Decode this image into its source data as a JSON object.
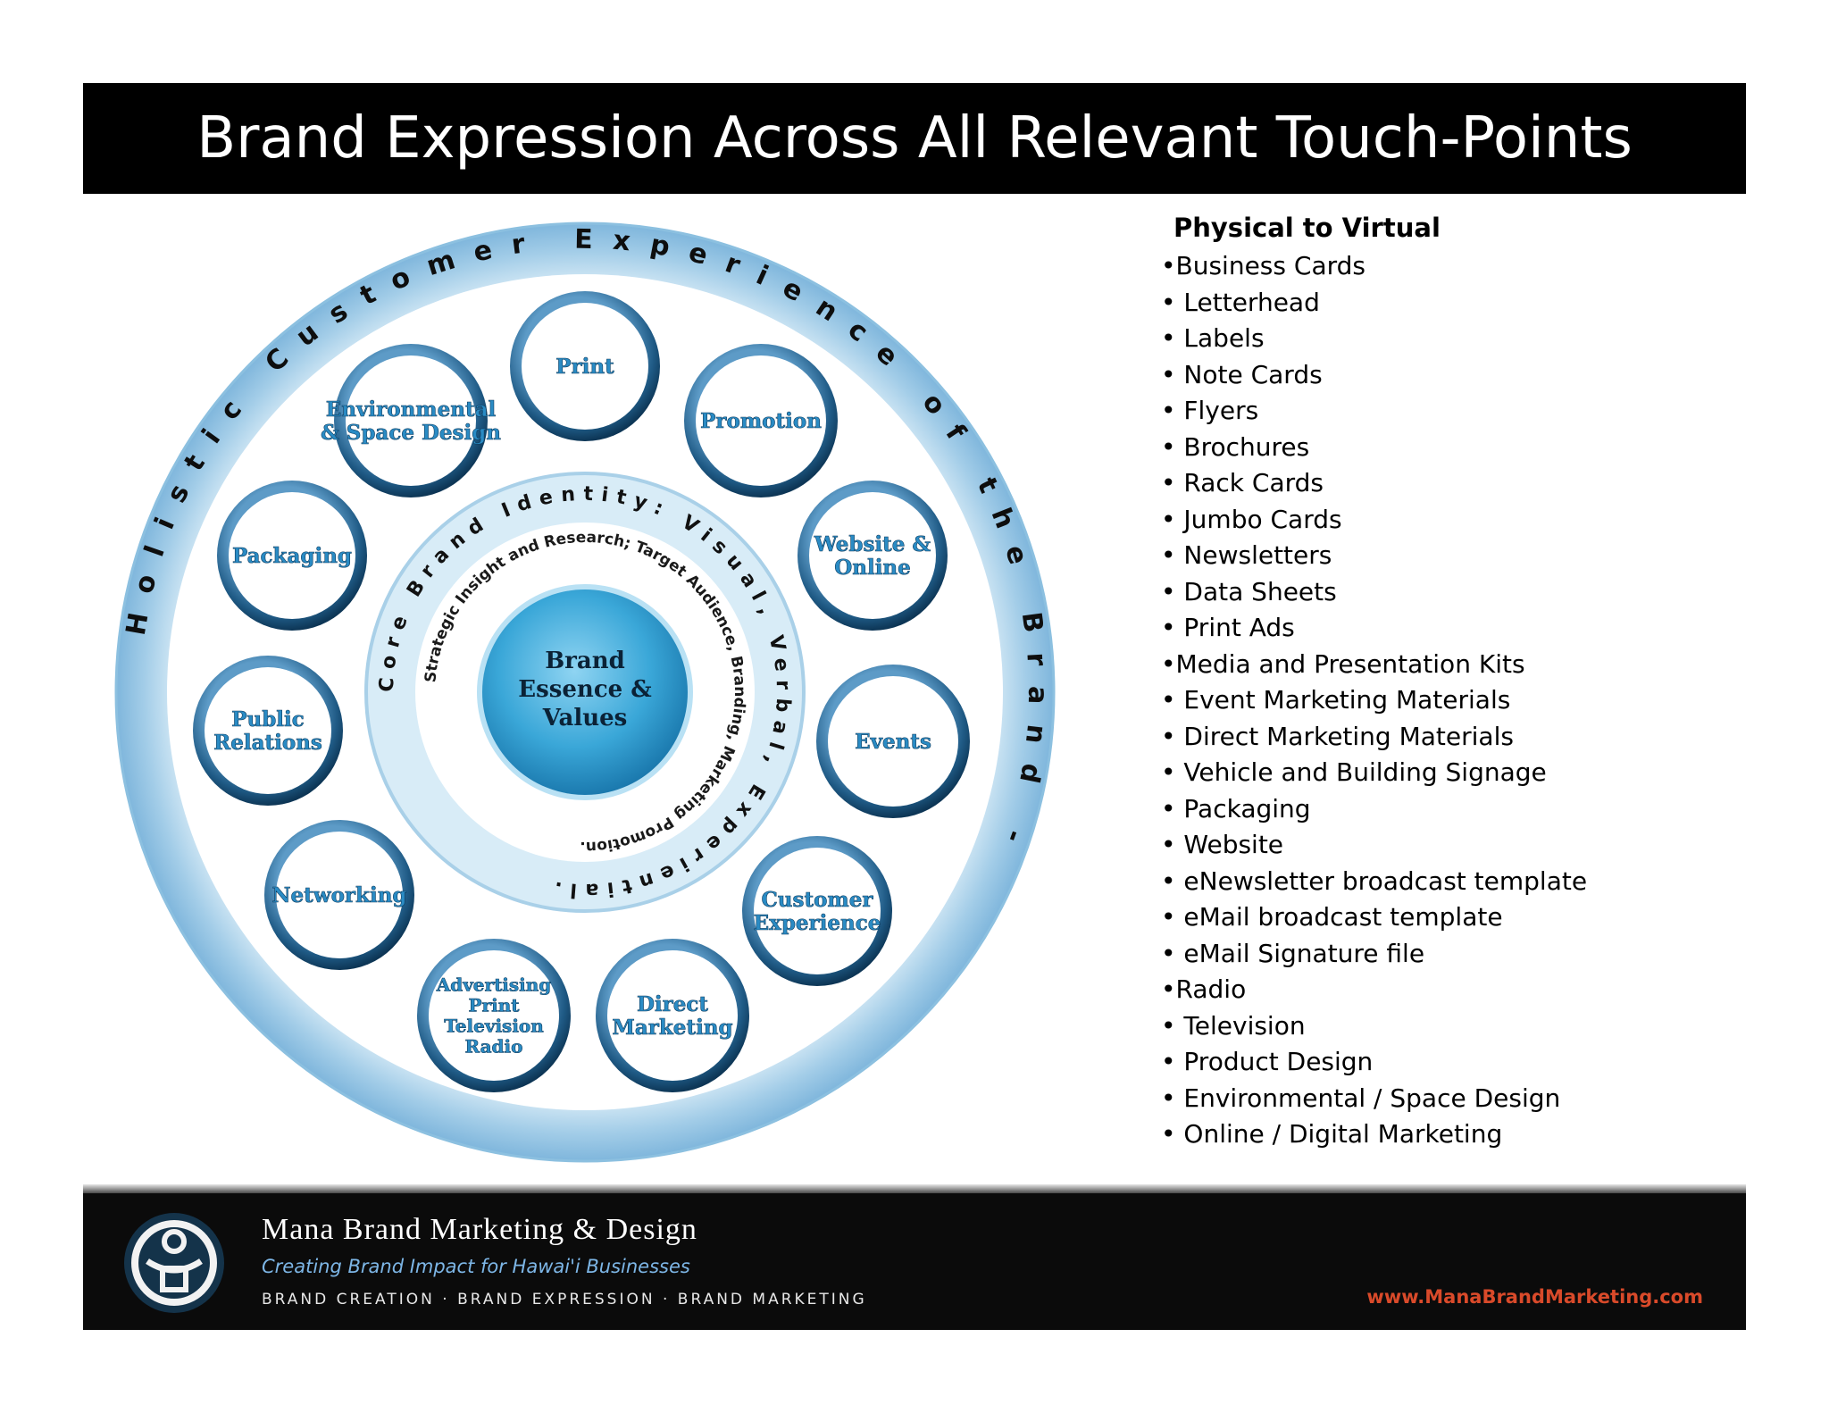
{
  "banner": {
    "title": "Brand Expression Across All Relevant Touch-Points"
  },
  "diagram": {
    "outer_ring_text": "Holistic Customer Experience of the Brand -",
    "inner_ring_text": "Core Brand Identity: Visual, Verbal, Experiential.",
    "inner_band_text": "Strategic Insight and Research; Target Audience, Branding, Marketing Promotion.",
    "center": [
      "Brand",
      "Essence &",
      "Values"
    ],
    "nodes": [
      {
        "lines": [
          "Print"
        ]
      },
      {
        "lines": [
          "Promotion"
        ]
      },
      {
        "lines": [
          "Website &",
          "Online"
        ]
      },
      {
        "lines": [
          "Events"
        ]
      },
      {
        "lines": [
          "Customer",
          "Experience"
        ]
      },
      {
        "lines": [
          "Direct",
          "Marketing"
        ]
      },
      {
        "lines": [
          "Advertising",
          "Print",
          "Television",
          "Radio"
        ]
      },
      {
        "lines": [
          "Networking"
        ]
      },
      {
        "lines": [
          "Public",
          "Relations"
        ]
      },
      {
        "lines": [
          "Packaging"
        ]
      },
      {
        "lines": [
          "Environmental",
          "& Space Design"
        ]
      }
    ],
    "colors": {
      "ring": "#a9d0e8",
      "node_border": "#2d6f9e",
      "node_text": "#2a8bc4",
      "center": "#3aa7d8"
    }
  },
  "touchpoints": {
    "heading": "Physical to Virtual",
    "items": [
      "•Business Cards",
      "• Letterhead",
      "• Labels",
      "• Note Cards",
      "• Flyers",
      "• Brochures",
      "• Rack Cards",
      "• Jumbo Cards",
      "• Newsletters",
      "• Data Sheets",
      "• Print Ads",
      "•Media and Presentation Kits",
      "• Event Marketing Materials",
      "• Direct Marketing Materials",
      "• Vehicle and Building Signage",
      "• Packaging",
      "• Website",
      "• eNewsletter broadcast template",
      "• eMail broadcast template",
      "• eMail Signature file",
      "•Radio",
      "• Television",
      "• Product Design",
      "• Environmental / Space Design",
      "• Online / Digital Marketing"
    ]
  },
  "footer": {
    "company": "Mana Brand Marketing & Design",
    "tagline": "Creating Brand Impact for Hawai'i Businesses",
    "services": "BRAND CREATION · BRAND EXPRESSION · BRAND MARKETING",
    "website": "www.ManaBrandMarketing.com"
  }
}
